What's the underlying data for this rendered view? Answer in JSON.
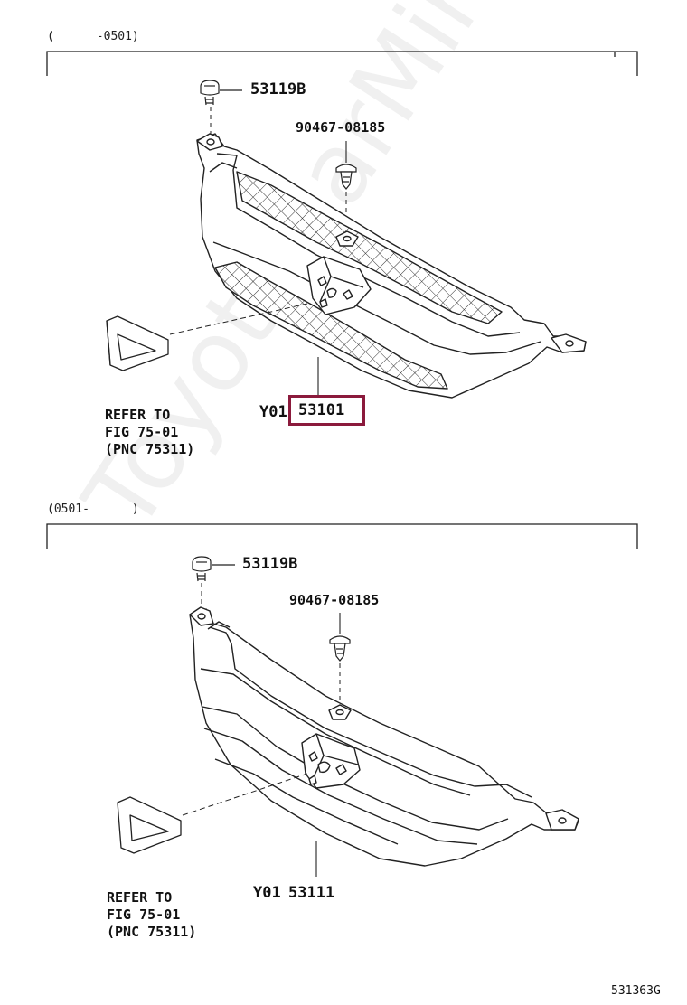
{
  "sections": [
    {
      "range": "(      -0501)",
      "parts": {
        "bolt": "53119B",
        "clip": "90467-08185",
        "grille_prefix": "Y01",
        "grille_pnc": "53101"
      },
      "reference": [
        "REFER TO",
        "FIG 75-01",
        "(PNC 75311)"
      ],
      "highlight_color": "#8b1a3c"
    },
    {
      "range": "(0501-      )",
      "parts": {
        "bolt": "53119B",
        "clip": "90467-08185",
        "grille_prefix": "Y01",
        "grille_pnc": "53111"
      },
      "reference": [
        "REFER TO",
        "FIG 75-01",
        "(PNC 75311)"
      ]
    }
  ],
  "figure_code": "531363G",
  "watermark": "ToyotaCarMine.ru"
}
